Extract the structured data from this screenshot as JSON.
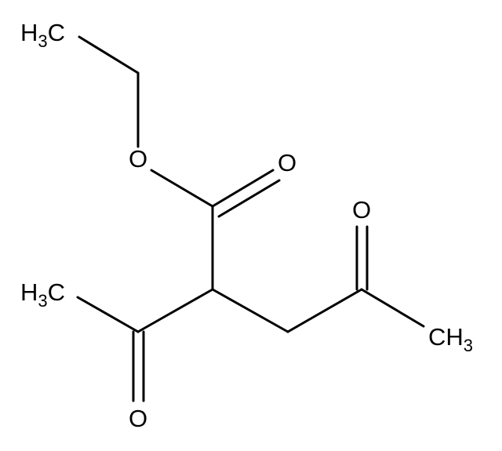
{
  "molecule": {
    "atoms": {
      "ethyl_ch3": {
        "element": "H",
        "subscript": "3",
        "tail": "C"
      },
      "ester_o": {
        "text": "O"
      },
      "carbonyl_o_ester": {
        "text": "O"
      },
      "carbonyl_o_ketone_right": {
        "text": "O"
      },
      "methyl_left": {
        "element": "H",
        "subscript": "3",
        "tail": "C"
      },
      "methyl_right": {
        "element": "CH",
        "subscript": "3"
      },
      "carbonyl_o_acetyl": {
        "text": "O"
      }
    },
    "colors": {
      "bond": "#000000",
      "label": "#000000",
      "background": "#ffffff"
    }
  }
}
